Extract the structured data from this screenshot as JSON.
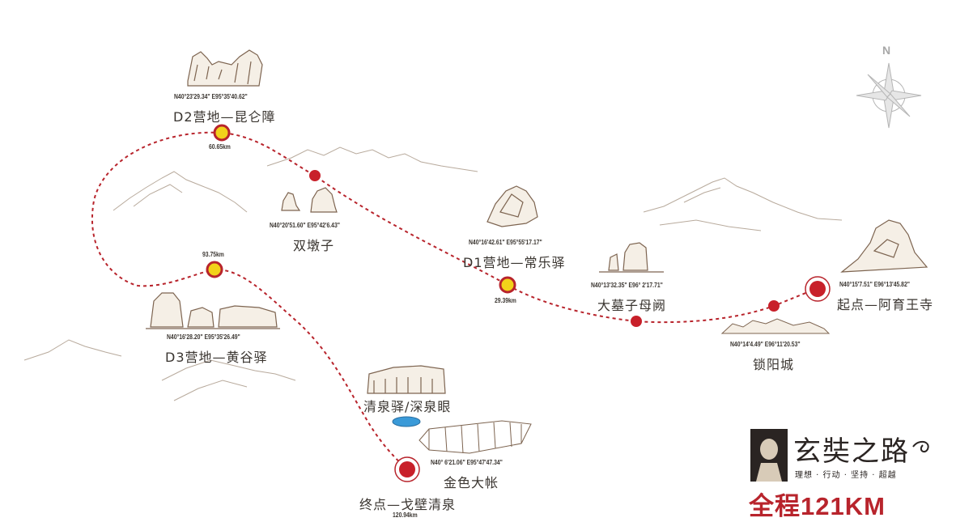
{
  "compass": {
    "label": "N"
  },
  "brand": {
    "title": "玄奘之路",
    "tagline": "理想 · 行动 · 坚持 · 超越",
    "total_distance": "全程121KM"
  },
  "colors": {
    "route": "#b8242c",
    "camp_fill": "#f2d21a",
    "sketch": "#8a7a6a",
    "text": "#3a3530"
  },
  "stops": {
    "start": {
      "name": "起点—阿育王寺",
      "coord": "N40°15'7.51\"  E96°13'45.82\""
    },
    "suoyang": {
      "name": "锁阳城",
      "coord": "N40°14'4.49\"  E96°11'20.53\""
    },
    "damu": {
      "name": "大墓子母阙",
      "coord": "N40°13'32.35\"  E96° 2'17.71\""
    },
    "d1": {
      "name": "D1营地—常乐驿",
      "coord": "N40°16'42.61\"  E95°55'17.17\"",
      "distance": "29.39km"
    },
    "shuangdun": {
      "name": "双墩子",
      "coord": "N40°20'51.60\"  E95°42'6.43\""
    },
    "d2": {
      "name": "D2营地—昆仑障",
      "coord": "N40°23'29.34\"  E95°35'40.62\"",
      "distance": "60.65km"
    },
    "d3": {
      "name": "D3营地—黄谷驿",
      "coord": "N40°16'28.20\"  E95°35'26.49\"",
      "distance": "93.75km"
    },
    "qingquan": {
      "name": "清泉驿/深泉眼"
    },
    "jinse": {
      "name": "金色大帐",
      "coord": "N40° 6'21.06\"  E95°47'47.34\""
    },
    "end": {
      "name": "终点—戈壁清泉",
      "distance": "120.94km"
    }
  }
}
